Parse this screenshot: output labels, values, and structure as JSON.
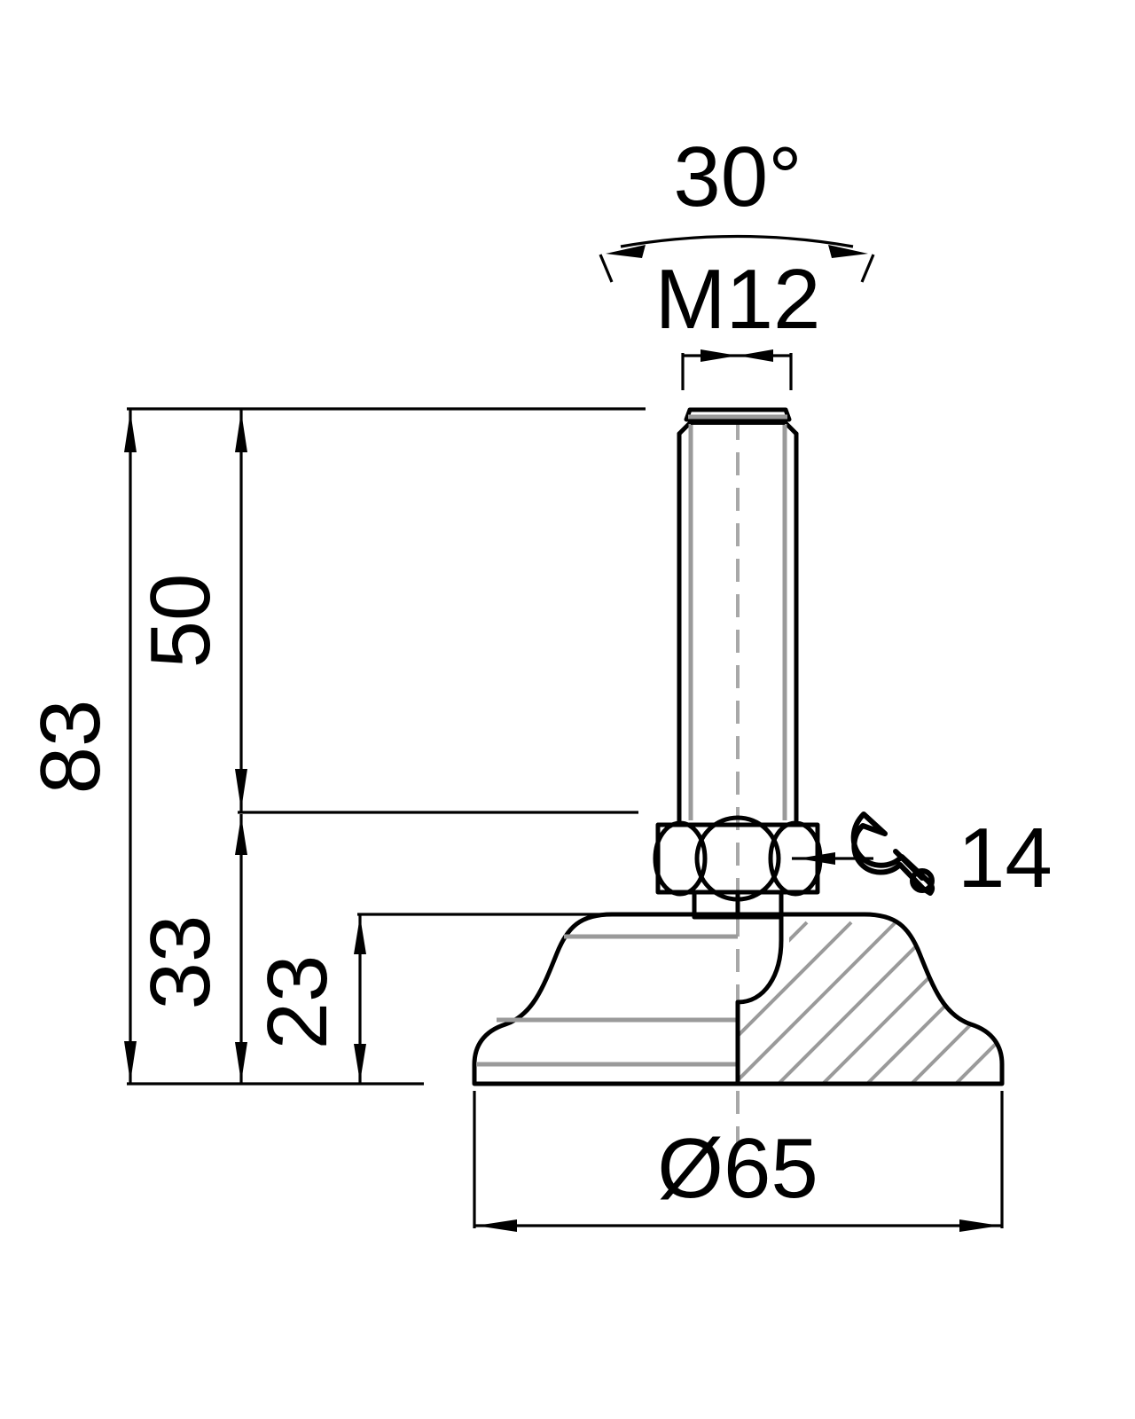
{
  "drawing": {
    "title": "Levelling Foot Dimensioned Drawing",
    "background_color": "#ffffff",
    "line_color": "#000000",
    "section_hatch_color": "#9a9a9a",
    "centerline_color": "#a8a8a8"
  },
  "dimensions": {
    "angle": {
      "label": "30°",
      "name": "tilt-angle",
      "orientation": "horizontal"
    },
    "thread": {
      "label": "M12",
      "name": "thread-spec",
      "orientation": "horizontal"
    },
    "overall_height": {
      "label": "83",
      "name": "overall-height",
      "orientation": "vertical"
    },
    "stud_length": {
      "label": "50",
      "name": "stud-length",
      "orientation": "vertical"
    },
    "base_plus_nut_height": {
      "label": "33",
      "name": "base-and-nut-height",
      "orientation": "vertical"
    },
    "base_height": {
      "label": "23",
      "name": "base-height",
      "orientation": "vertical"
    },
    "base_diameter": {
      "label": "Ø65",
      "name": "base-diameter",
      "orientation": "horizontal"
    },
    "wrench_size": {
      "label": "14",
      "name": "wrench-size",
      "icon": "wrench-icon",
      "orientation": "horizontal"
    }
  },
  "parts": {
    "stud": "threaded-stud-m12",
    "nut": "hex-nut",
    "base": "base-plate",
    "section": "half-section-hatched"
  }
}
